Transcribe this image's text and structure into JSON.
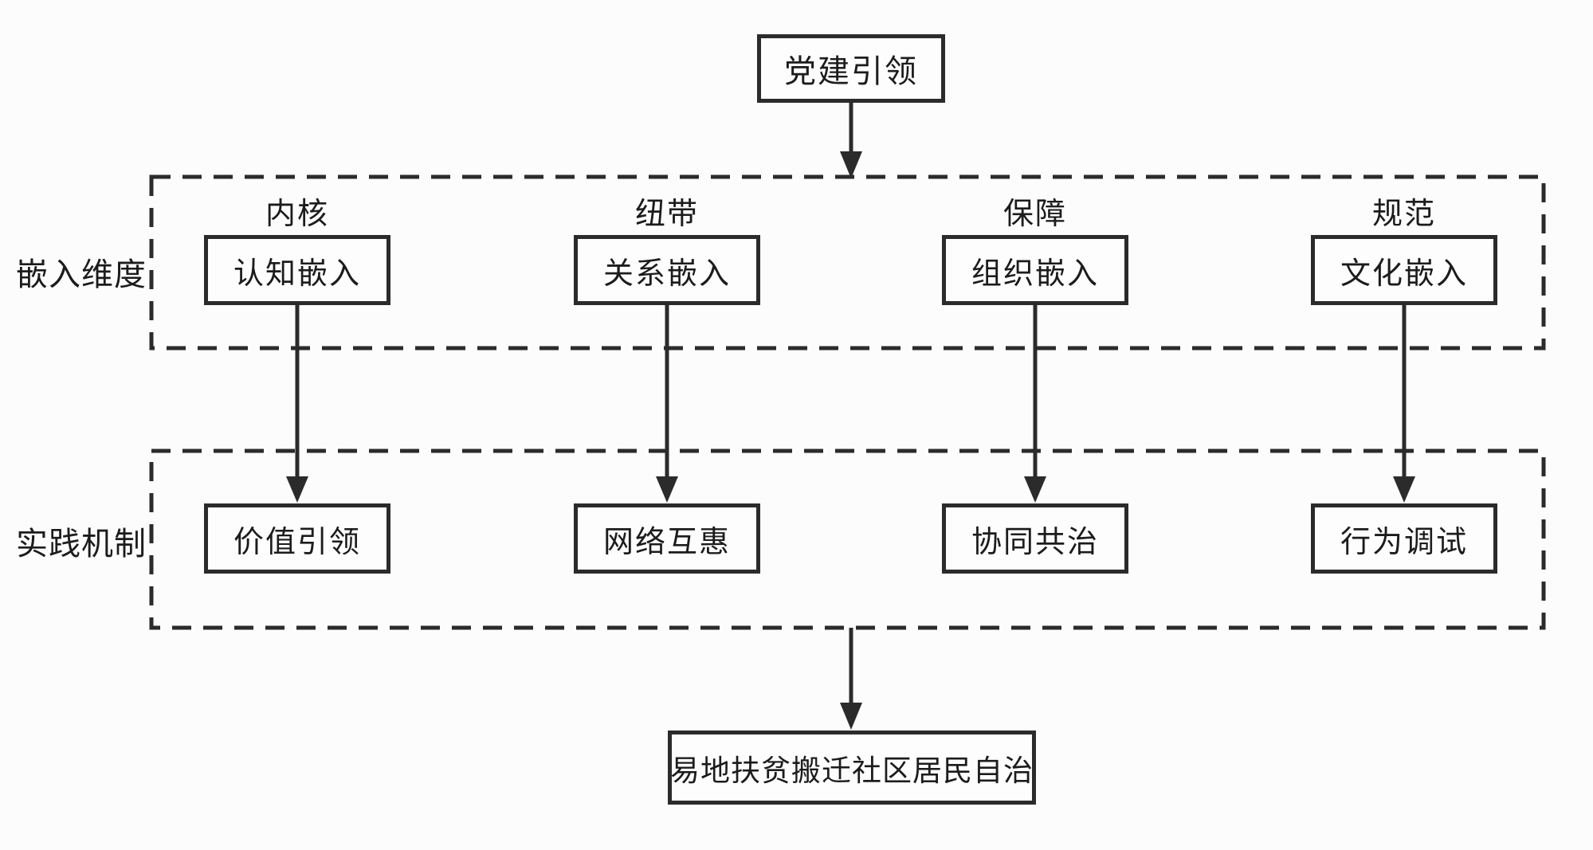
{
  "diagram": {
    "top_node": "党建引领",
    "dimension_group_label": "嵌入维度",
    "mechanism_group_label": "实践机制",
    "columns": [
      {
        "header": "内核",
        "dimension": "认知嵌入",
        "mechanism": "价值引领"
      },
      {
        "header": "纽带",
        "dimension": "关系嵌入",
        "mechanism": "网络互惠"
      },
      {
        "header": "保障",
        "dimension": "组织嵌入",
        "mechanism": "协同共治"
      },
      {
        "header": "规范",
        "dimension": "文化嵌入",
        "mechanism": "行为调试"
      }
    ],
    "bottom_node": "易地扶贫搬迁社区居民自治",
    "colors": {
      "line_color": "#2b2b2b",
      "bg_color": "#fcfcfc",
      "box_fill": "#fdfdfd",
      "text_color": "#1c1c1c"
    }
  }
}
